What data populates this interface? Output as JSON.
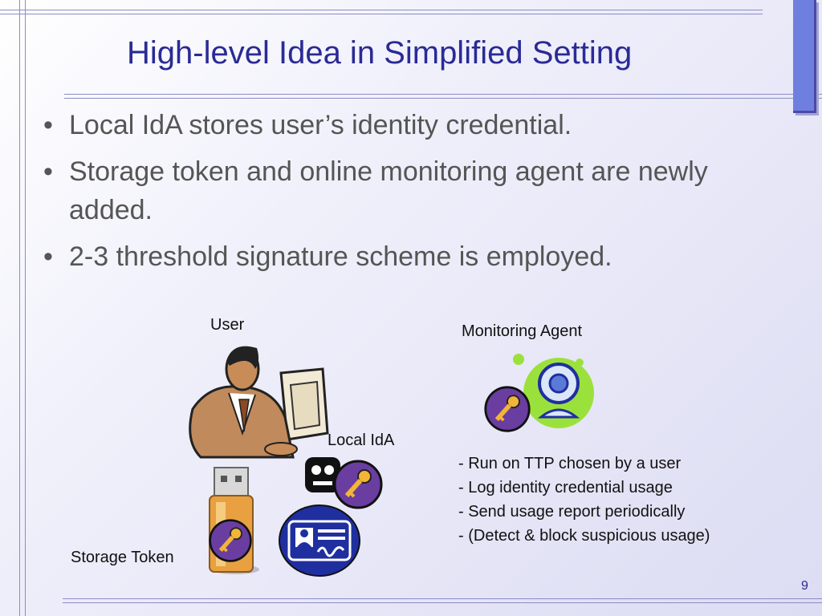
{
  "slide": {
    "title": "High-level Idea in Simplified Setting",
    "page_number": "9"
  },
  "bullets": [
    "Local IdA stores user’s identity credential.",
    "Storage token and online monitoring agent are newly added.",
    "2-3 threshold signature scheme is employed."
  ],
  "bullet_glyph": "•",
  "diagram": {
    "user_label": "User",
    "local_ida_label": "Local IdA",
    "storage_token_label": "Storage Token",
    "monitoring_agent_label": "Monitoring Agent",
    "agent_notes": [
      "- Run on TTP chosen by a user",
      "- Log identity credential usage",
      "- Send usage report periodically",
      "- (Detect & block suspicious usage)"
    ]
  },
  "colors": {
    "title": "#2a2a96",
    "accent": "#6f7fe0",
    "key_badge": "#6a3da0",
    "id_card": "#1f2fa0",
    "agent_green": "#9be13c"
  },
  "icons": [
    "user-at-computer-icon",
    "key-icon",
    "usb-storage-token-icon",
    "id-card-icon",
    "webcam-icon",
    "robot-icon"
  ]
}
